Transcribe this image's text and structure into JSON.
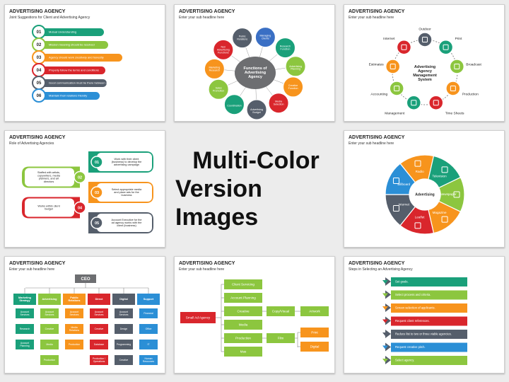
{
  "center_title": {
    "line1": "Multi-Color",
    "line2": "Version Images"
  },
  "slides": [
    {
      "title": "ADVERTISING AGENCY",
      "subtitle": "Joint Suggestions for Client and Advertising Agency",
      "rows": [
        {
          "num": "01",
          "text": "Mutual Understanding",
          "color": "#1aa07a"
        },
        {
          "num": "02",
          "text": "Mission meaning should be resolved",
          "color": "#8cc63f"
        },
        {
          "num": "03",
          "text": "Agency should work creatively and honestly",
          "color": "#f7941d"
        },
        {
          "num": "04",
          "text": "Properly follow the terms and conditions",
          "color": "#d9262c"
        },
        {
          "num": "05",
          "text": "Good communication must be there between client and agency",
          "color": "#555e6b"
        },
        {
          "num": "06",
          "text": "Maintain their relations friendly",
          "color": "#2b8fd6"
        }
      ]
    },
    {
      "title": "ADVERTISING AGENCY",
      "subtitle": "Enter your sub headline here",
      "hub": "Functions of Advertising Agency",
      "nodes": [
        {
          "t": "Managing Clients",
          "c": "#3a6fc4"
        },
        {
          "t": "Research Function",
          "c": "#1aa07a"
        },
        {
          "t": "Advertising Planning",
          "c": "#8cc63f"
        },
        {
          "t": "Creative Function",
          "c": "#f7941d"
        },
        {
          "t": "Media Selection",
          "c": "#d9262c"
        },
        {
          "t": "Advertising Budget",
          "c": "#555e6b"
        },
        {
          "t": "Coordination",
          "c": "#1aa07a"
        },
        {
          "t": "Sales Promotion",
          "c": "#8cc63f"
        },
        {
          "t": "Marketing Research",
          "c": "#f7941d"
        },
        {
          "t": "Non Advertising Functions",
          "c": "#d9262c"
        },
        {
          "t": "Public Relations",
          "c": "#555e6b"
        }
      ]
    },
    {
      "title": "ADVERTISING AGENCY",
      "subtitle": "Enter your sub headline here",
      "hub": "Advertising Agency Management System",
      "nodes": [
        {
          "t": "Outdoor",
          "c": "#555e6b"
        },
        {
          "t": "Print",
          "c": "#1aa07a"
        },
        {
          "t": "Broadcast",
          "c": "#8cc63f"
        },
        {
          "t": "Production",
          "c": "#f7941d"
        },
        {
          "t": "Time Sheets",
          "c": "#d9262c"
        },
        {
          "t": "Management",
          "c": "#1aa07a"
        },
        {
          "t": "Accounting",
          "c": "#8cc63f"
        },
        {
          "t": "Estimates",
          "c": "#f7941d"
        },
        {
          "t": "Internet",
          "c": "#d9262c"
        }
      ]
    },
    {
      "title": "ADVERTISING AGENCY",
      "subtitle": "Role of Advertising Agencies",
      "rows": [
        {
          "num": "01",
          "text": "Work with their client (business) to develop the advertising campaign",
          "color": "#1aa07a"
        },
        {
          "num": "02",
          "text": "Staffed with artists, copywriters, media planners, and art directors",
          "color": "#8cc63f"
        },
        {
          "num": "03",
          "text": "Select appropriate media and place ads for the business",
          "color": "#f7941d"
        },
        {
          "num": "04",
          "text": "Works within client budget",
          "color": "#d9262c"
        },
        {
          "num": "05",
          "text": "Account Executive for the ad agency works with the client (business)",
          "color": "#555e6b"
        }
      ]
    },
    {
      "title": "ADVERTISING AGENCY",
      "subtitle": "Enter your sub headline here",
      "hub": "Advertising",
      "segments": [
        {
          "t": "Radio",
          "c": "#f7941d"
        },
        {
          "t": "Television",
          "c": "#1aa07a"
        },
        {
          "t": "Newspaper",
          "c": "#8cc63f"
        },
        {
          "t": "Magazine",
          "c": "#f7941d"
        },
        {
          "t": "Leaflet",
          "c": "#d9262c"
        },
        {
          "t": "Internet",
          "c": "#555e6b"
        },
        {
          "t": "Billboard",
          "c": "#2b8fd6"
        }
      ]
    },
    {
      "title": "ADVERTISING AGENCY",
      "subtitle": "Enter your sub headline here",
      "root": "CEO",
      "columns": [
        {
          "h": "Marketing Strategy",
          "c": "#1aa07a",
          "items": [
            "Account Services",
            "Research",
            "Account Planning"
          ]
        },
        {
          "h": "Advertising",
          "c": "#8cc63f",
          "items": [
            "Account Services",
            "Creative",
            "Media",
            "Production"
          ]
        },
        {
          "h": "Public Relations",
          "c": "#f7941d",
          "items": [
            "Account Services",
            "Media Relations",
            "Production"
          ]
        },
        {
          "h": "Direct",
          "c": "#d9262c",
          "items": [
            "Account Services",
            "Creative",
            "Database",
            "Production / Operations"
          ]
        },
        {
          "h": "Digital",
          "c": "#555e6b",
          "items": [
            "Account Services",
            "Design",
            "Programming",
            "Creative"
          ]
        },
        {
          "h": "Support",
          "c": "#2b8fd6",
          "items": [
            "Financial",
            "Office",
            "IT",
            "Human Resources"
          ]
        }
      ]
    },
    {
      "title": "ADVERTISING AGENCY",
      "subtitle": "Enter your sub headline here",
      "root": "Small Ad Agency",
      "items": [
        "Client Servicing",
        "Account Planning",
        "Creative",
        "Media",
        "Production",
        "Mas"
      ],
      "creative_sub": [
        "Copy/Visual",
        "Artwork"
      ],
      "production_sub": [
        "Film",
        "Print",
        "Digital"
      ]
    },
    {
      "title": "ADVERTISING AGENCY",
      "subtitle": "Steps in Selecting an Advertising Agency",
      "steps": [
        {
          "t": "Set goals.",
          "c": "#1aa07a"
        },
        {
          "t": "Select process and criteria.",
          "c": "#8cc63f"
        },
        {
          "t": "Screen selection of applicants.",
          "c": "#f7941d"
        },
        {
          "t": "Request client references.",
          "c": "#d9262c"
        },
        {
          "t": "Reduce list to two or three viable agencies.",
          "c": "#555e6b"
        },
        {
          "t": "Request creative pitch.",
          "c": "#2b8fd6"
        },
        {
          "t": "Select agency.",
          "c": "#8cc63f"
        }
      ]
    }
  ]
}
